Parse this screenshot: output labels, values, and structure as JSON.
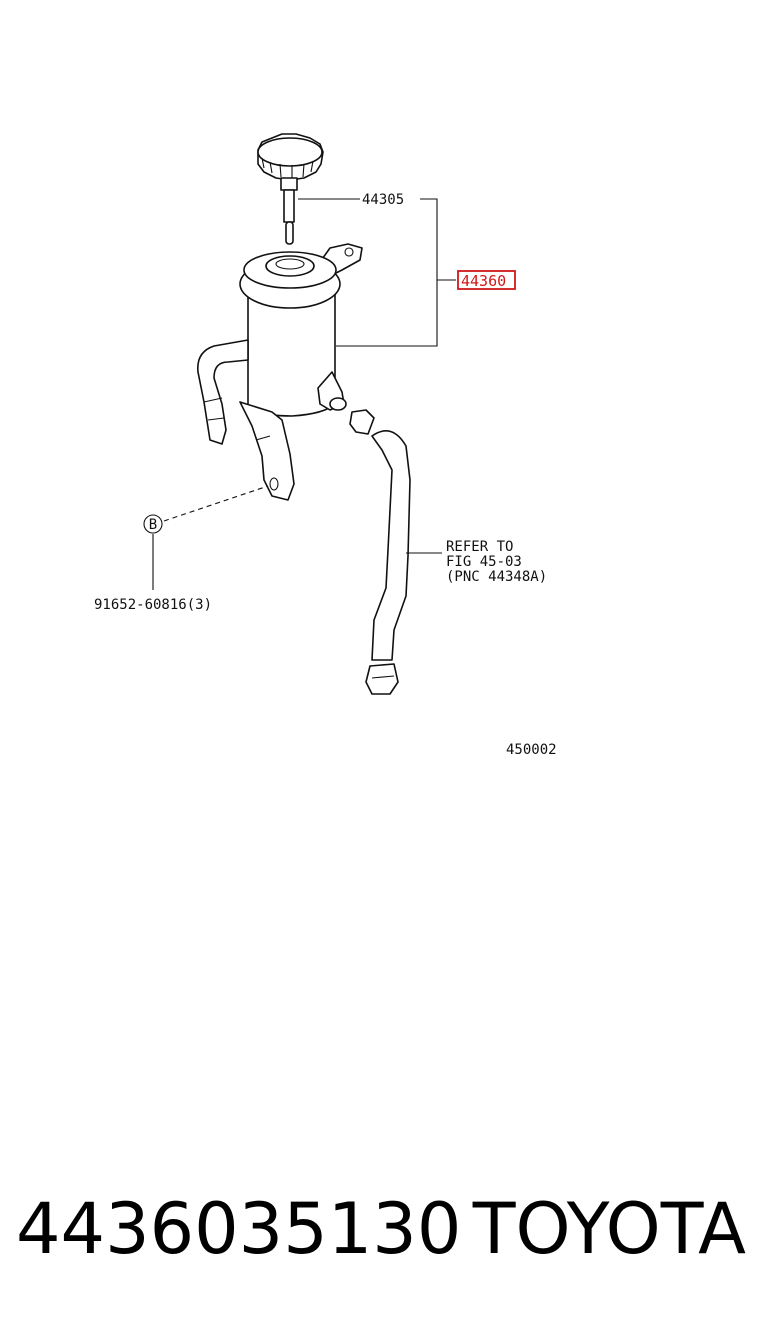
{
  "callouts": {
    "cap_part": "44305",
    "reservoir_part": "44360",
    "refer_line1": "REFER TO",
    "refer_line2": "FIG 45-03",
    "refer_line3": "(PNC 44348A)",
    "bolt_symbol": "B",
    "bolt_part": "91652-60816(3)",
    "figure_id": "450002"
  },
  "footer": {
    "part_number": "4436035130",
    "brand": "TOYOTA"
  },
  "colors": {
    "highlight": "#d01818",
    "line": "#111111",
    "background": "#ffffff"
  }
}
